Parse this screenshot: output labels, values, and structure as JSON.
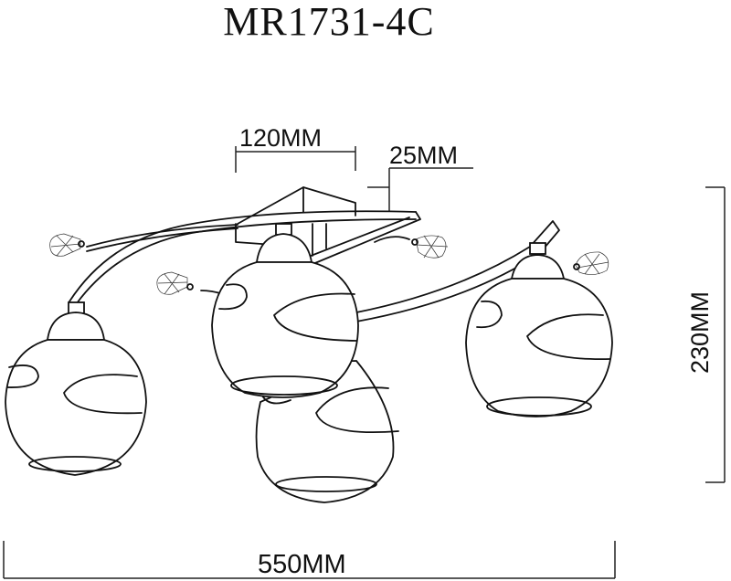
{
  "drawing": {
    "model_title": "MR1731-4C",
    "dimensions": {
      "canopy_width": "120MM",
      "canopy_depth": "25MM",
      "overall_height": "230MM",
      "overall_width": "550MM"
    },
    "components": {
      "shades_count": 4,
      "decorative_crystals_count": 4
    },
    "colors": {
      "line": "#111111",
      "background": "#ffffff"
    }
  }
}
